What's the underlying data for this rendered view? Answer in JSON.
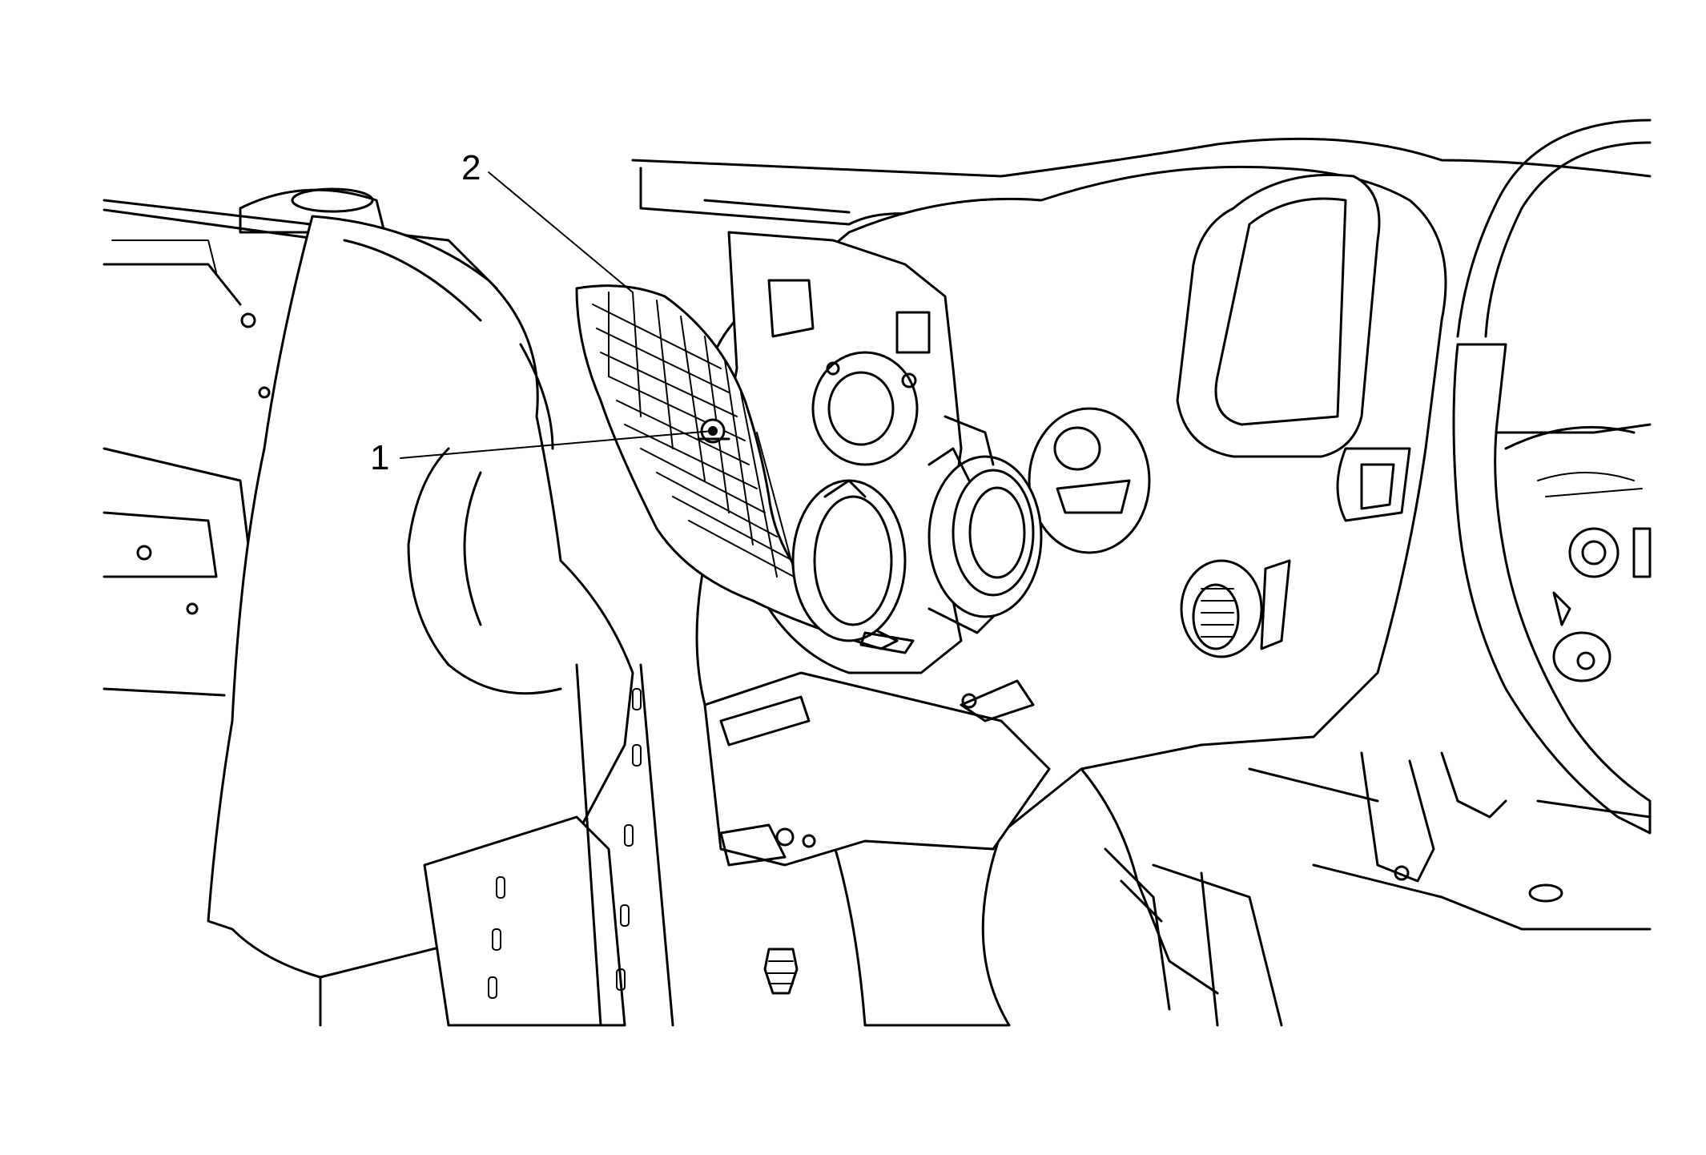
{
  "diagram": {
    "callouts": [
      {
        "id": "1",
        "label": "1"
      },
      {
        "id": "2",
        "label": "2"
      }
    ],
    "icons": [
      "bolt-icon",
      "air-duct-icon",
      "steering-wheel-icon",
      "vent-icon",
      "retainer-clip-icon"
    ]
  }
}
